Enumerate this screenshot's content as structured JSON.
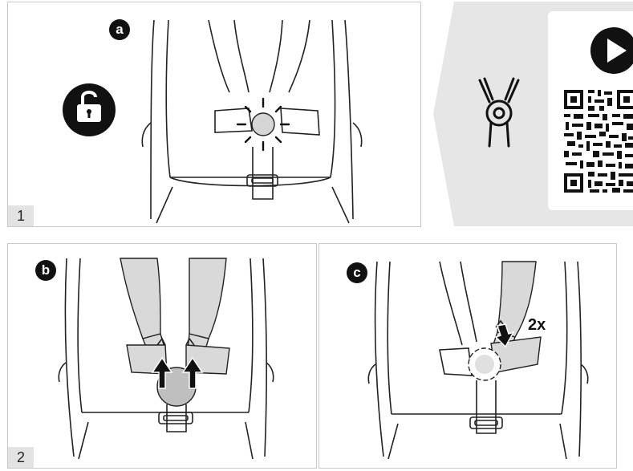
{
  "step1": {
    "number": "1",
    "badge": "a"
  },
  "step2": {
    "number": "2",
    "badge_left": "b",
    "badge_right": "c",
    "repeat_label": "2x"
  },
  "icons": {
    "unlock": "unlock-icon",
    "harness": "harness-clip-icon",
    "play": "play-icon",
    "qr": "qr-code"
  },
  "colors": {
    "gray_banner": "#e6e6e6",
    "strap_fill": "#d9d9d9",
    "badge": "#111111"
  }
}
